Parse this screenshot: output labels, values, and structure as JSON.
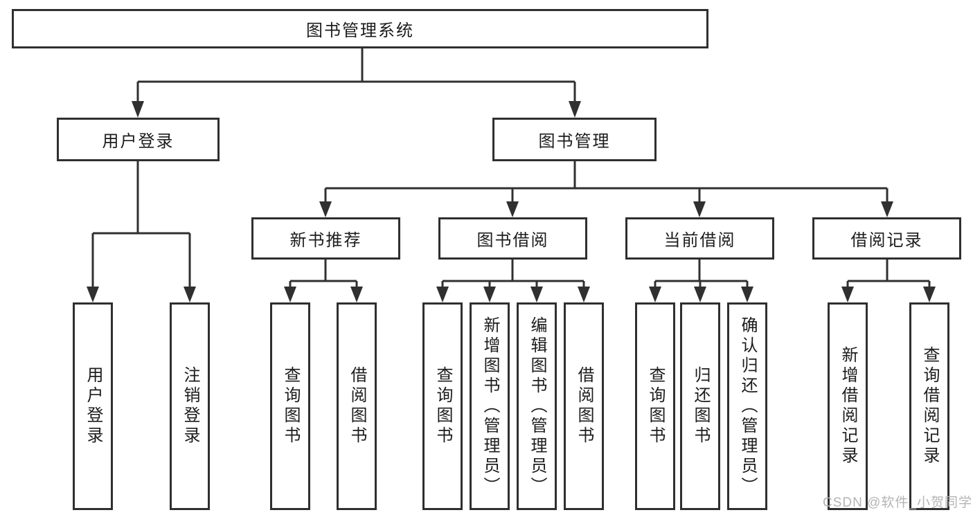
{
  "tree": {
    "root": {
      "label": "图书管理系统"
    },
    "branches": [
      {
        "label": "用户登录",
        "children": [
          {
            "label": "用户登录"
          },
          {
            "label": "注销登录"
          }
        ]
      },
      {
        "label": "图书管理",
        "children": [
          {
            "label": "新书推荐",
            "children": [
              {
                "label": "查询图书"
              },
              {
                "label": "借阅图书"
              }
            ]
          },
          {
            "label": "图书借阅",
            "children": [
              {
                "label": "查询图书"
              },
              {
                "label": "新增图书（管理员）"
              },
              {
                "label": "编辑图书（管理员）"
              },
              {
                "label": "借阅图书"
              }
            ]
          },
          {
            "label": "当前借阅",
            "children": [
              {
                "label": "查询图书"
              },
              {
                "label": "归还图书"
              },
              {
                "label": "确认归还（管理员）"
              }
            ]
          },
          {
            "label": "借阅记录",
            "children": [
              {
                "label": "新增借阅记录"
              },
              {
                "label": "查询借阅记录"
              }
            ]
          }
        ]
      }
    ]
  },
  "watermark": {
    "text": "CSDN @软件_小贺同学",
    "color": "#b4b4b4"
  },
  "colors": {
    "line": "#303030",
    "box_border": "#2f2f2f",
    "text": "#1c1c1c",
    "background": "#ffffff"
  }
}
